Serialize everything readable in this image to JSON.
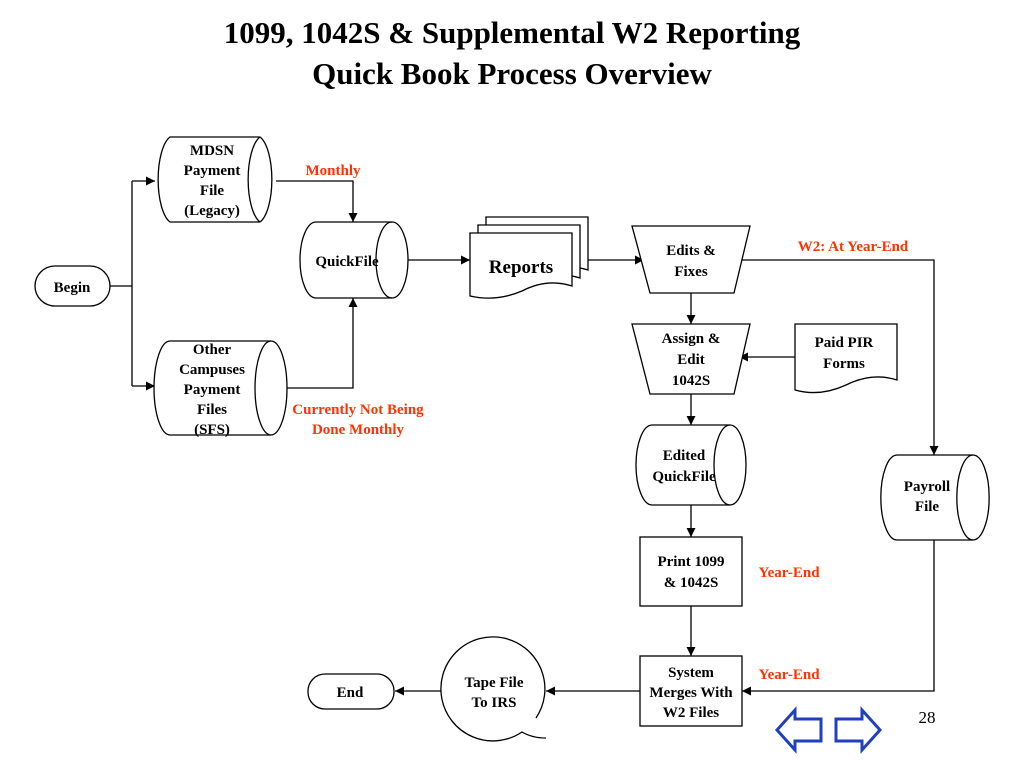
{
  "title": {
    "line1": "1099, 1042S & Supplemental W2 Reporting",
    "line2": "Quick Book Process Overview"
  },
  "nodes": {
    "begin": [
      "Begin"
    ],
    "mdsn": [
      "MDSN",
      "Payment",
      "File",
      "(Legacy)"
    ],
    "other": [
      "Other",
      "Campuses",
      "Payment",
      "Files",
      "(SFS)"
    ],
    "quickfile": [
      "QuickFile"
    ],
    "reports": [
      "Reports"
    ],
    "edits": [
      "Edits &",
      "Fixes"
    ],
    "assign": [
      "Assign &",
      "Edit",
      "1042S"
    ],
    "paidpir": [
      "Paid PIR",
      "Forms"
    ],
    "edited": [
      "Edited",
      "QuickFile"
    ],
    "print": [
      "Print 1099",
      "& 1042S"
    ],
    "payroll": [
      "Payroll",
      "File"
    ],
    "merge": [
      "System",
      "Merges With",
      "W2 Files"
    ],
    "tape": [
      "Tape File",
      "To IRS"
    ],
    "end": [
      "End"
    ]
  },
  "notes": {
    "monthly": [
      "Monthly"
    ],
    "not_monthly": [
      "Currently Not Being",
      "Done Monthly"
    ],
    "w2": [
      "W2: At Year-End"
    ],
    "yearend_print": [
      "Year-End"
    ],
    "yearend_merge": [
      "Year-End"
    ]
  },
  "page_number": "28",
  "colors": {
    "note": "#ff3300",
    "nav_arrow_stroke": "#1f3fbf"
  },
  "icons": {
    "back": "left-arrow-icon",
    "forward": "right-arrow-icon"
  }
}
